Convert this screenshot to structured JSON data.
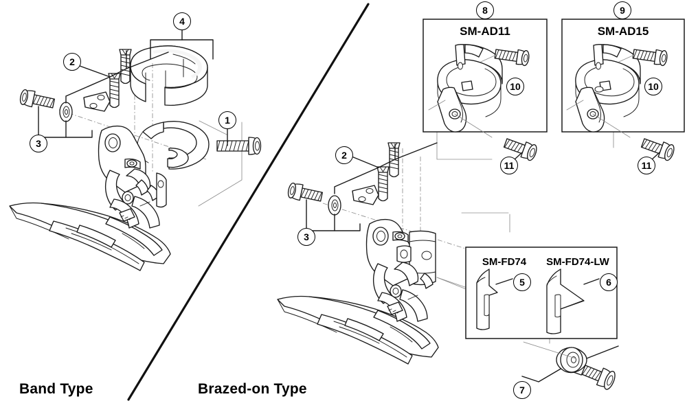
{
  "diagram": {
    "title_left": "Band Type",
    "title_right": "Brazed-on Type",
    "background_color": "#ffffff",
    "line_color": "#1a1a1a"
  },
  "sections": [
    {
      "id": "band-type",
      "label": "Band Type"
    },
    {
      "id": "brazed-on-type",
      "label": "Brazed-on Type"
    }
  ],
  "boxes": [
    {
      "id": "sm-ad11",
      "title": "SM-AD11",
      "callout": "8",
      "part_callout": "10"
    },
    {
      "id": "sm-ad15",
      "title": "SM-AD15",
      "callout": "9",
      "part_callout": "10"
    },
    {
      "id": "sm-fd74",
      "title": "SM-FD74",
      "callout": "5"
    },
    {
      "id": "sm-fd74-lw",
      "title": "SM-FD74-LW",
      "callout": "6"
    }
  ],
  "callouts": {
    "c1": "1",
    "c2_left": "2",
    "c2_right": "2",
    "c3_left": "3",
    "c3_right": "3",
    "c4": "4",
    "c5": "5",
    "c6": "6",
    "c7": "7",
    "c8": "8",
    "c9": "9",
    "c10_left": "10",
    "c10_right": "10",
    "c11_left": "11",
    "c11_right": "11"
  }
}
